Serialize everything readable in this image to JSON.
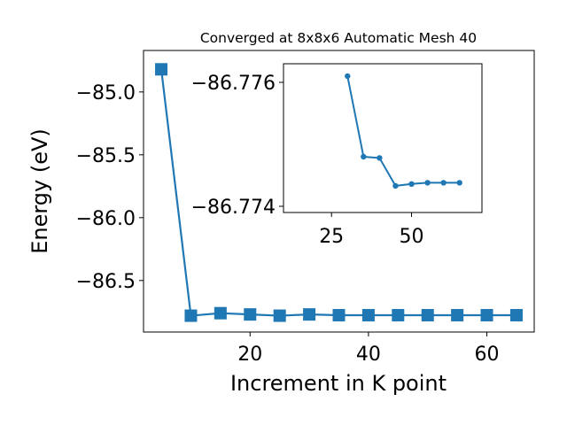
{
  "colors": {
    "series": "#1f77b4",
    "axes": "#000000",
    "background": "#ffffff"
  },
  "chart_data": [
    {
      "type": "line",
      "title": "Converged at 8x8x6 Automatic Mesh 40",
      "xlabel": "Increment in K point",
      "ylabel": "Energy (eV)",
      "xlim": [
        2.0,
        68.0
      ],
      "ylim": [
        -86.91,
        -84.67
      ],
      "xticks": [
        20,
        40,
        60
      ],
      "xtick_labels": [
        "20",
        "40",
        "60"
      ],
      "yticks": [
        -85.0,
        -85.5,
        -86.0,
        -86.5
      ],
      "ytick_labels": [
        "−85.0",
        "−85.5",
        "−86.0",
        "−86.5"
      ],
      "marker": "square",
      "grid": false,
      "series": [
        {
          "x": [
            5,
            10,
            15,
            20,
            25,
            30,
            35,
            40,
            45,
            50,
            55,
            60,
            65
          ],
          "y": [
            -84.82,
            -86.78,
            -86.76,
            -86.77,
            -86.78,
            -86.77,
            -86.776,
            -86.776,
            -86.776,
            -86.776,
            -86.776,
            -86.776,
            -86.776
          ]
        }
      ]
    },
    {
      "type": "line",
      "inset": true,
      "xlim": [
        10.0,
        72.0
      ],
      "ylim": [
        -86.7739,
        -86.7763
      ],
      "xticks": [
        25,
        50
      ],
      "xtick_labels": [
        "25",
        "50"
      ],
      "yticks": [
        -86.776,
        -86.774
      ],
      "ytick_labels": [
        "−86.776",
        "−86.774"
      ],
      "marker": "circle",
      "grid": false,
      "series": [
        {
          "x": [
            30,
            35,
            40,
            45,
            50,
            55,
            60,
            65
          ],
          "y": [
            -86.7761,
            -86.7748,
            -86.77478,
            -86.77433,
            -86.77436,
            -86.77438,
            -86.77438,
            -86.77438
          ]
        }
      ]
    }
  ]
}
